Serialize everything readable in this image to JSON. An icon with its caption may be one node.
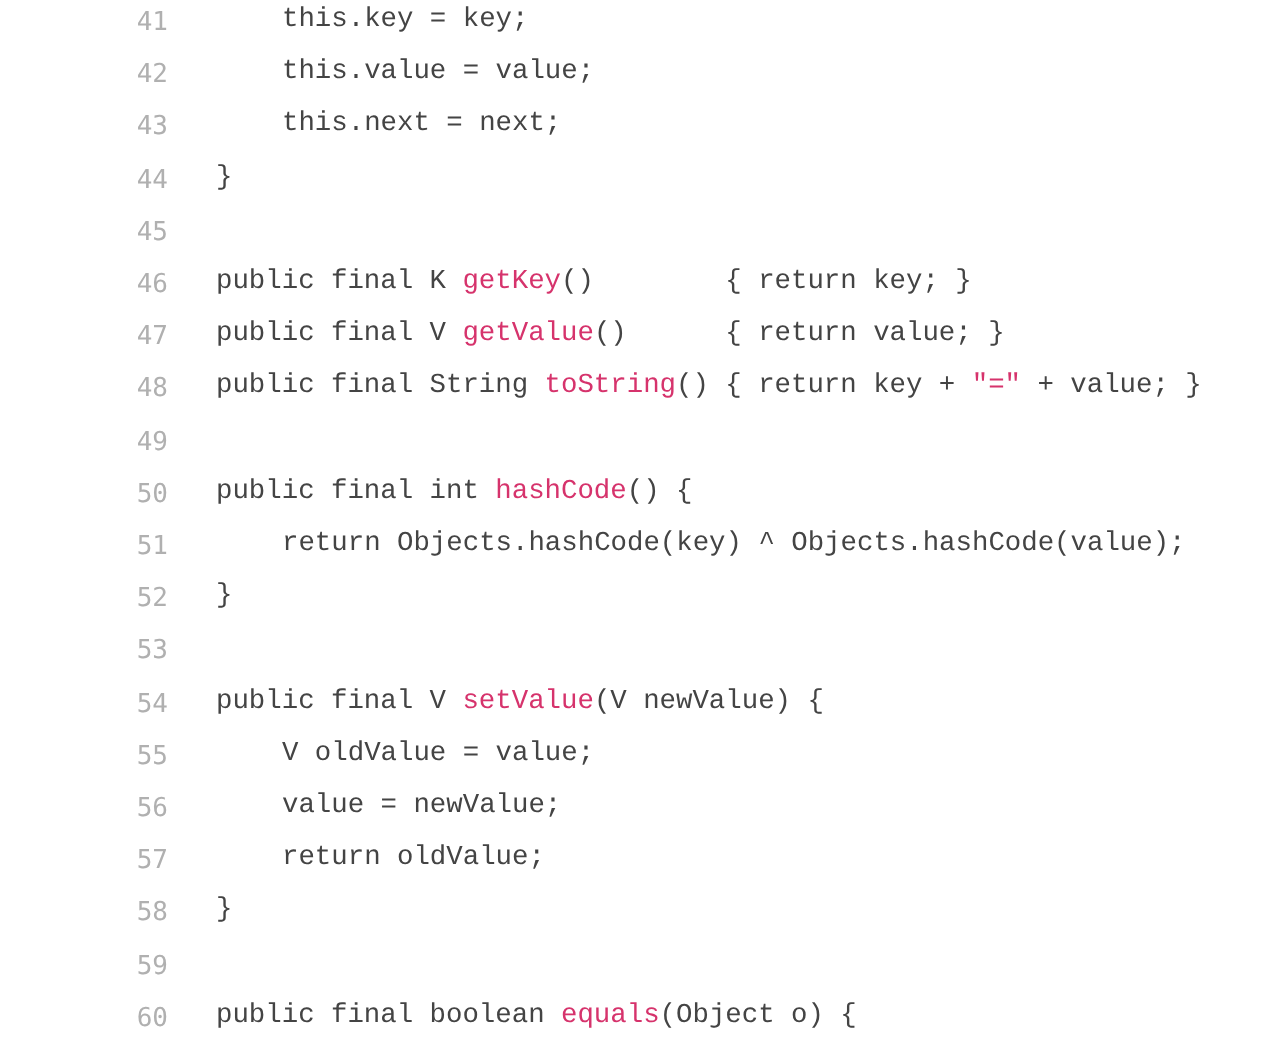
{
  "diagram": {
    "labels": [
      "41",
      "this.key = key;",
      "42",
      "this.value = value;",
      "43",
      "this.next = next;",
      "44",
      "}",
      "45",
      "46",
      "public final K getKey()        { return key; }",
      "47",
      "public final V getValue()      { return value; }",
      "48",
      "public final String toString() { return key + \"=\" + value; }",
      "49",
      "50",
      "public final int hashCode() {",
      "51",
      "return Objects.hashCode(key) ^ Objects.hashCode(value);",
      "52",
      "}",
      "53",
      "54",
      "public final V setValue(V newValue) {",
      "55",
      "V oldValue = value;",
      "56",
      "value = newValue;",
      "57",
      "return oldValue;",
      "58",
      "}",
      "59",
      "60",
      "public final boolean equals(Object o) {"
    ]
  }
}
